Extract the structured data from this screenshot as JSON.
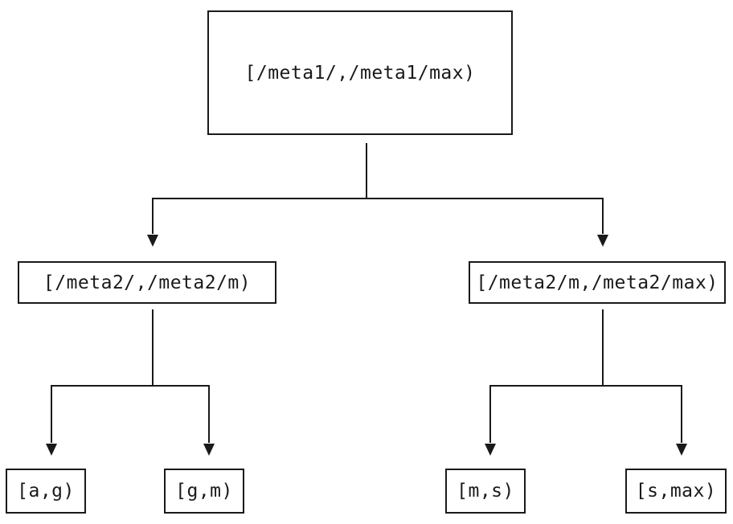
{
  "diagram": {
    "nodes": {
      "root": {
        "label": "[/meta1/,/meta1/max)"
      },
      "left": {
        "label": "[/meta2/,/meta2/m)"
      },
      "right": {
        "label": "[/meta2/m,/meta2/max)"
      },
      "leaf_ag": {
        "label": "[a,g)"
      },
      "leaf_gm": {
        "label": "[g,m)"
      },
      "leaf_ms": {
        "label": "[m,s)"
      },
      "leaf_smax": {
        "label": "[s,max)"
      }
    },
    "ink_color": "#1a1a1a",
    "background_color": "#ffffff"
  }
}
